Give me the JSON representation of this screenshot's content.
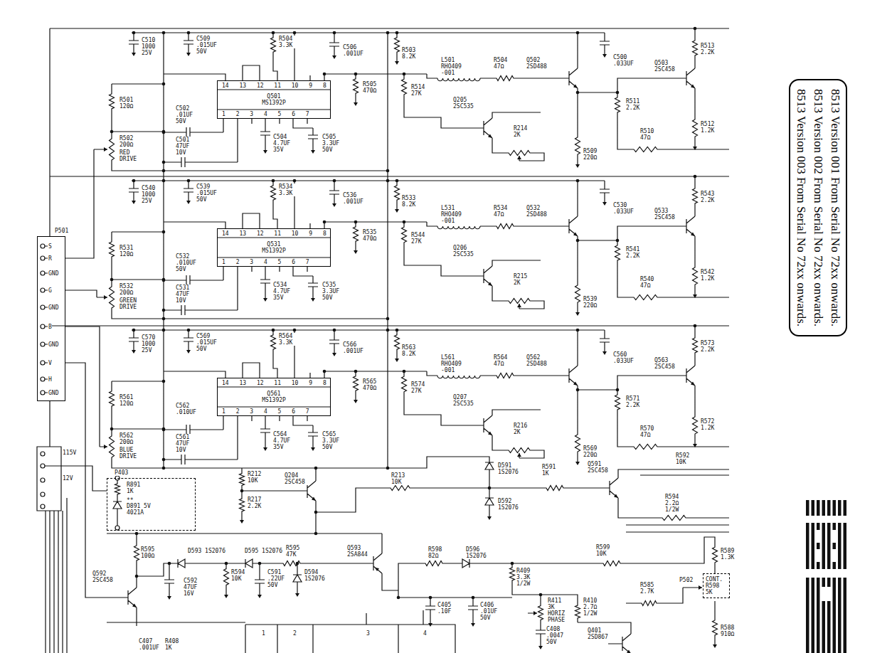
{
  "diagram": {
    "nodes": [
      {
        "text": [
          "Q501 MS1392P"
        ]
      },
      {
        "text": [
          "8513 Version 001 From Serial No 72xx onwards.",
          "8513 Version 002 From Serial No 72xx onwards.",
          "8513 Version 003 From Serial No 72xx onwards."
        ]
      },
      {
        "text": [
          "Q531 MS1392P"
        ]
      },
      {
        "text": [
          "P501"
        ]
      },
      {
        "text": [
          "Q561 MS1392P"
        ]
      },
      {
        "text": [
          "P403"
        ]
      },
      {
        "text": [
          "P502",
          "CONT. R598 5K"
        ]
      }
    ],
    "labels": [
      "C510 1000 25V",
      "C509 .015UF 50V",
      "R504 3.3K",
      "C506 .001UF",
      "R503 8.2K",
      "L501 RHO409 -001",
      "R504 47Ω",
      "Q502 2SD488",
      "C500 .033UF",
      "R513 2.2K",
      "Q503 2SC458",
      "R505 470Ω",
      "R514 27K",
      "Q205 2SC535",
      "R214 2K",
      "R511 2.2K",
      "R510 47Ω",
      "R512 1.2K",
      "R509 220Ω",
      "R501 120Ω",
      "R502 200Ω",
      "RED DRIVE",
      "C502 .01UF 50V",
      "C501 47UF 10V",
      "C504 4.7UF 35V",
      "C505 3.3UF 50V",
      "14 13 12 11 10 9 8",
      "1 2 3 4 5 6 7",
      "C540 1000 25V",
      "C539 .015UF 50V",
      "R534 3.3K",
      "C536 .001UF",
      "R533 8.2K",
      "L531 RHO409 -001",
      "R534 47Ω",
      "Q532 2SD488",
      "C530 .033UF",
      "R543 2.2K",
      "Q533 2SC458",
      "R535 470Ω",
      "R544 27K",
      "Q206 2SC535",
      "R215 2K",
      "R541 2.2K",
      "R540 47Ω",
      "R542 1.2K",
      "R539 220Ω",
      "R531 120Ω",
      "R532 200Ω",
      "GREEN DRIVE",
      "C532 .010UF 50V",
      "C531 47UF 10V",
      "C534 4.7UF 35V",
      "C535 3.3UF 50V",
      "14 13 12 11 10 9 8",
      "1 2 3 4 5 6 7",
      "C570 1000 25V",
      "C569 .015UF 50V",
      "R564 3.3K",
      "C566 .001UF",
      "R563 8.2K",
      "L561 RHO409 -001",
      "R564 47Ω",
      "Q562 2SD488",
      "C560 .033UF",
      "R573 2.2K",
      "Q563 2SC458",
      "R565 470Ω",
      "R574 27K",
      "Q207 2SC535",
      "R216 2K",
      "R571 2.2K",
      "R570 47Ω",
      "R572 1.2K",
      "R569 220Ω",
      "R561 120Ω",
      "R562 200Ω",
      "BLUE DRIVE",
      "C562 .010UF",
      "C561 47UF 10V",
      "C564 4.7UF 35V",
      "C565 3.3UF 50V",
      "14 13 12 11 10 9 8",
      "1 2 3 4 5 6 7",
      "S",
      "R",
      "GND",
      "G",
      "GND",
      "B",
      "GND",
      "V",
      "H",
      "GND",
      "115V",
      "12V",
      "R891 1K",
      "**",
      "D891 5V 4021A",
      "R212 10K",
      "Q204 2SC458",
      "R217 2.2K",
      "R213 10K",
      "D591 1S2076",
      "R591 1K",
      "Q591 2SC458",
      "D592 1S2076",
      "R592 10K",
      "R594 2.2Ω 1/2W",
      "R595 100Ω",
      "D593 1S2076",
      "D595 1S2076",
      "R595 47K",
      "Q593 2SA844",
      "R598 82Ω",
      "D596 1S2076",
      "R599 10K",
      "R589 1.3K",
      "R409 3.3K 1/2W",
      "Q592 2SC458",
      "C592 47UF 16V",
      "R594 10K",
      "C591 .22UF 50V",
      "D594 1S2076",
      "R585 2.7K",
      "C405 .10F",
      "C406 .01UF 50V",
      "R411 3K HORIZ PHASE",
      "R410 2.7Ω 1/2W",
      "C408 .0047 50V",
      "Q401 2SD867",
      "R588 910Ω",
      "C407 .001UF",
      "R408 1K",
      "1",
      "2",
      "3",
      "4"
    ]
  }
}
